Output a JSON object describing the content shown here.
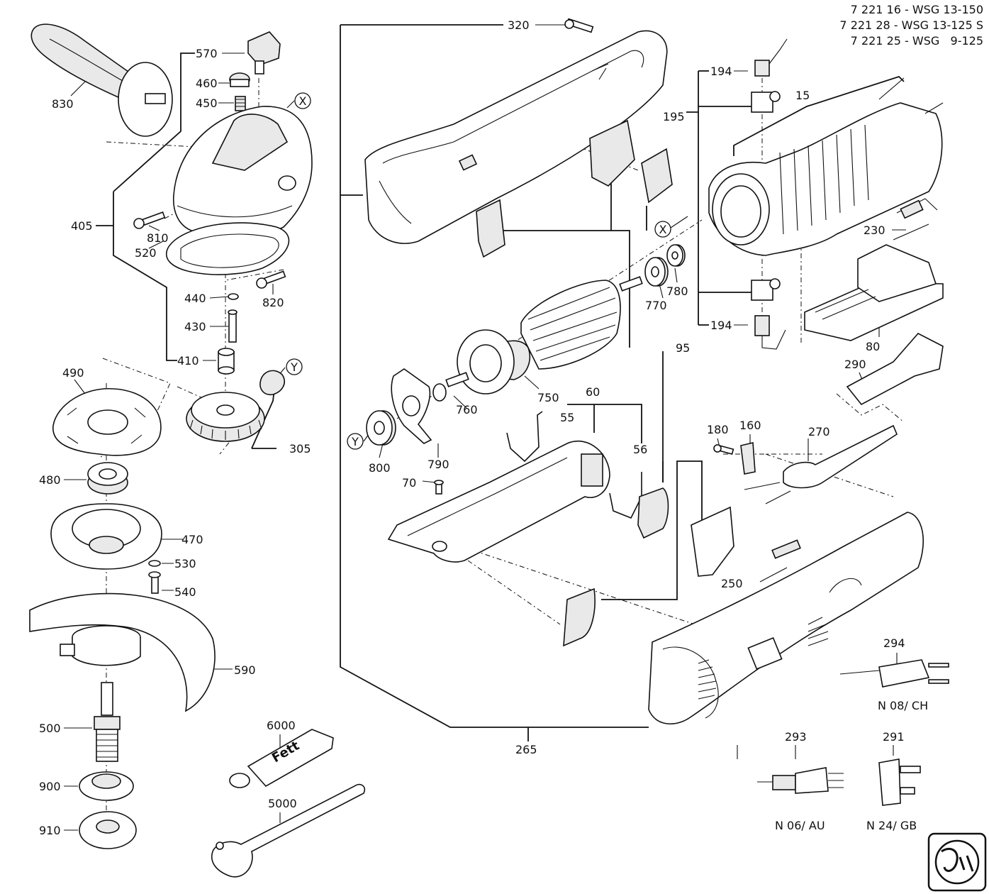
{
  "models": [
    {
      "number": "7 221 16",
      "sep": " - ",
      "name": "WSG 13-150"
    },
    {
      "number": "7 221 28",
      "sep": " - ",
      "name": "WSG 13-125 S"
    },
    {
      "number": "7 221 25",
      "sep": " - ",
      "name": "WSG   9-125"
    }
  ],
  "parts": {
    "p15": "15",
    "p55": "55",
    "p56": "56",
    "p60": "60",
    "p70": "70",
    "p80": "80",
    "p95": "95",
    "p160": "160",
    "p180": "180",
    "p194a": "194",
    "p194b": "194",
    "p195": "195",
    "p230": "230",
    "p250": "250",
    "p265": "265",
    "p270": "270",
    "p290": "290",
    "p291": "291",
    "p293": "293",
    "p294": "294",
    "p305": "305",
    "p320": "320",
    "p405": "405",
    "p410": "410",
    "p430": "430",
    "p440": "440",
    "p450": "450",
    "p460": "460",
    "p470": "470",
    "p480": "480",
    "p490": "490",
    "p500": "500",
    "p520": "520",
    "p530": "530",
    "p540": "540",
    "p570": "570",
    "p590": "590",
    "p750": "750",
    "p760": "760",
    "p770": "770",
    "p780": "780",
    "p790": "790",
    "p800": "800",
    "p810": "810",
    "p820": "820",
    "p830": "830",
    "p900": "900",
    "p910": "910",
    "p5000": "5000",
    "p6000": "6000"
  },
  "markers": {
    "x1": "X",
    "x2": "X",
    "y1": "Y",
    "y2": "Y"
  },
  "plugs": {
    "ch": "N 08/ CH",
    "au": "N 06/ AU",
    "gb": "N 24/ GB"
  },
  "tube_label": "Fett",
  "logo": "fein"
}
